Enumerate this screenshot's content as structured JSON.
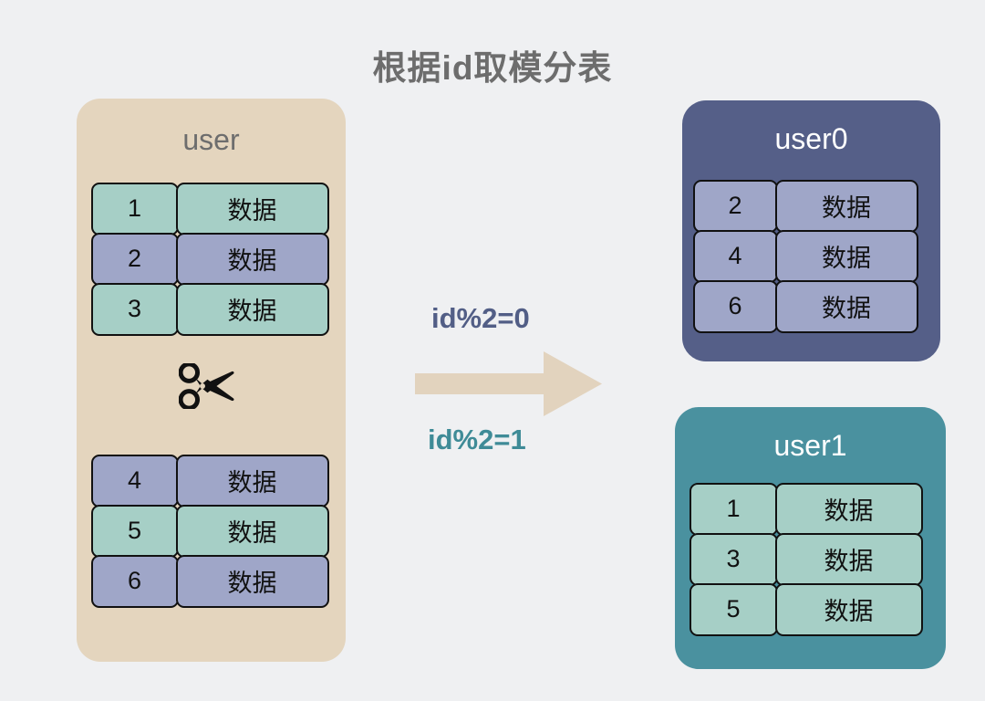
{
  "title": "根据id取模分表",
  "colors": {
    "background": "#eff0f2",
    "source_panel": "#e4d5be",
    "shard0_panel": "#555f88",
    "shard1_panel": "#4a919f",
    "row_teal": "#a6cfc6",
    "row_purple": "#9fa6c8",
    "arrow": "#e2d3be",
    "title_text": "#6d6d6d",
    "label_mod0": "#525e86",
    "label_mod1": "#3f8b97"
  },
  "source_table": {
    "title": "user",
    "top_rows": [
      {
        "id": "1",
        "data": "数据",
        "tone": "teal"
      },
      {
        "id": "2",
        "data": "数据",
        "tone": "purple"
      },
      {
        "id": "3",
        "data": "数据",
        "tone": "teal"
      }
    ],
    "bottom_rows": [
      {
        "id": "4",
        "data": "数据",
        "tone": "purple"
      },
      {
        "id": "5",
        "data": "数据",
        "tone": "teal"
      },
      {
        "id": "6",
        "data": "数据",
        "tone": "purple"
      }
    ],
    "divider_icon": "scissors-icon"
  },
  "flow": {
    "arrow_icon": "right-arrow-icon",
    "label_top": "id%2=0",
    "label_bottom": "id%2=1"
  },
  "shard0": {
    "title": "user0",
    "rows": [
      {
        "id": "2",
        "data": "数据",
        "tone": "purple"
      },
      {
        "id": "4",
        "data": "数据",
        "tone": "purple"
      },
      {
        "id": "6",
        "data": "数据",
        "tone": "purple"
      }
    ]
  },
  "shard1": {
    "title": "user1",
    "rows": [
      {
        "id": "1",
        "data": "数据",
        "tone": "teal"
      },
      {
        "id": "3",
        "data": "数据",
        "tone": "teal"
      },
      {
        "id": "5",
        "data": "数据",
        "tone": "teal"
      }
    ]
  }
}
